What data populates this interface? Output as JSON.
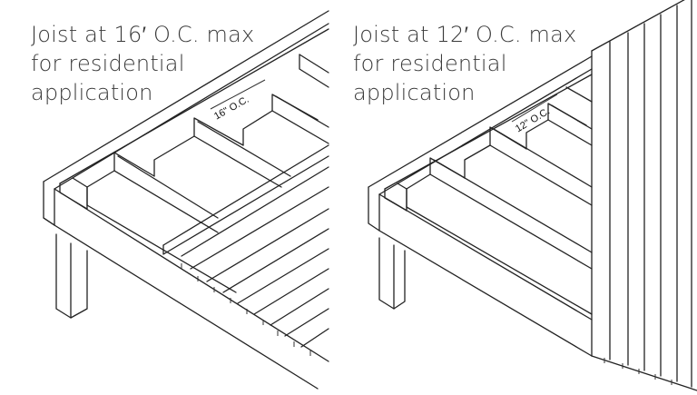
{
  "panels": [
    {
      "id": "left",
      "heading_lines": [
        "Joist at 16′ O.C. max",
        "for residential",
        "application"
      ],
      "spacing_label": "16\" O.C.",
      "decking": "horizontal-boards"
    },
    {
      "id": "right",
      "heading_lines": [
        "Joist at 12′ O.C. max",
        "for residential",
        "application"
      ],
      "spacing_label": "12\" O.C.",
      "decking": "diagonal-boards"
    }
  ],
  "colors": {
    "line": "#222222",
    "text": "#3a3a3a",
    "background": "#ffffff"
  }
}
